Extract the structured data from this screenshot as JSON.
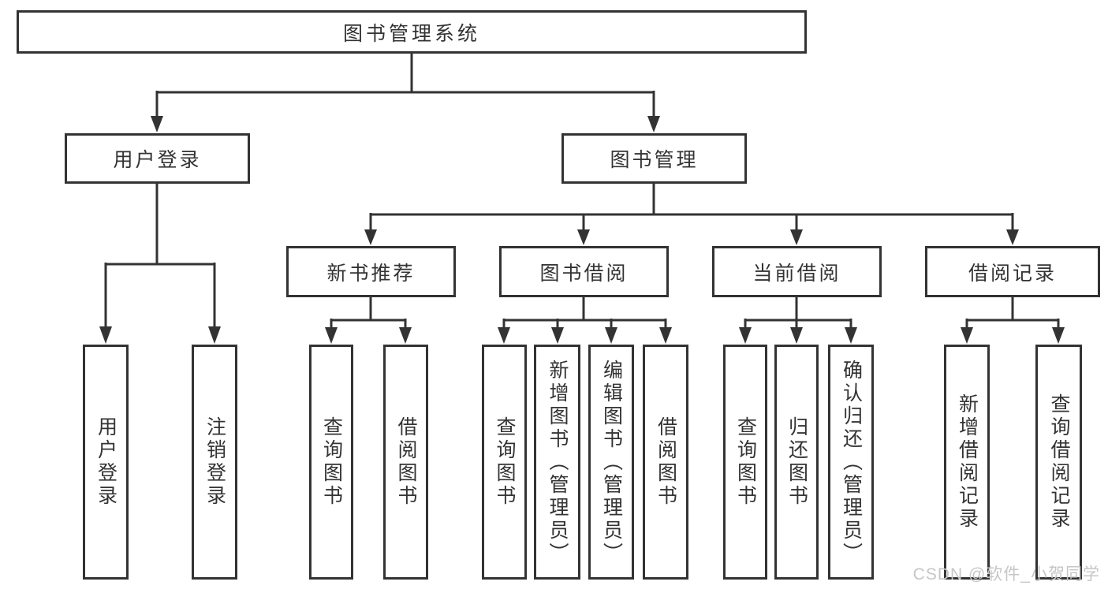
{
  "tree": {
    "label": "图书管理系统",
    "children": [
      {
        "label": "用户登录",
        "children": [
          {
            "label": "用户登录"
          },
          {
            "label": "注销登录"
          }
        ]
      },
      {
        "label": "图书管理",
        "children": [
          {
            "label": "新书推荐",
            "children": [
              {
                "label": "查询图书"
              },
              {
                "label": "借阅图书"
              }
            ]
          },
          {
            "label": "图书借阅",
            "children": [
              {
                "label": "查询图书"
              },
              {
                "label": "新增图书（管理员）"
              },
              {
                "label": "编辑图书（管理员）"
              },
              {
                "label": "借阅图书"
              }
            ]
          },
          {
            "label": "当前借阅",
            "children": [
              {
                "label": "查询图书"
              },
              {
                "label": "归还图书"
              },
              {
                "label": "确认归还（管理员）"
              }
            ]
          },
          {
            "label": "借阅记录",
            "children": [
              {
                "label": "新增借阅记录"
              },
              {
                "label": "查询借阅记录"
              }
            ]
          }
        ]
      }
    ]
  },
  "watermark": {
    "text": "CSDN @软件_小贺同学"
  },
  "colors": {
    "line": "#333333",
    "text": "#333333",
    "box_background": "#ffffff",
    "page_background": "#ffffff",
    "watermark": "#c6c6c6"
  }
}
